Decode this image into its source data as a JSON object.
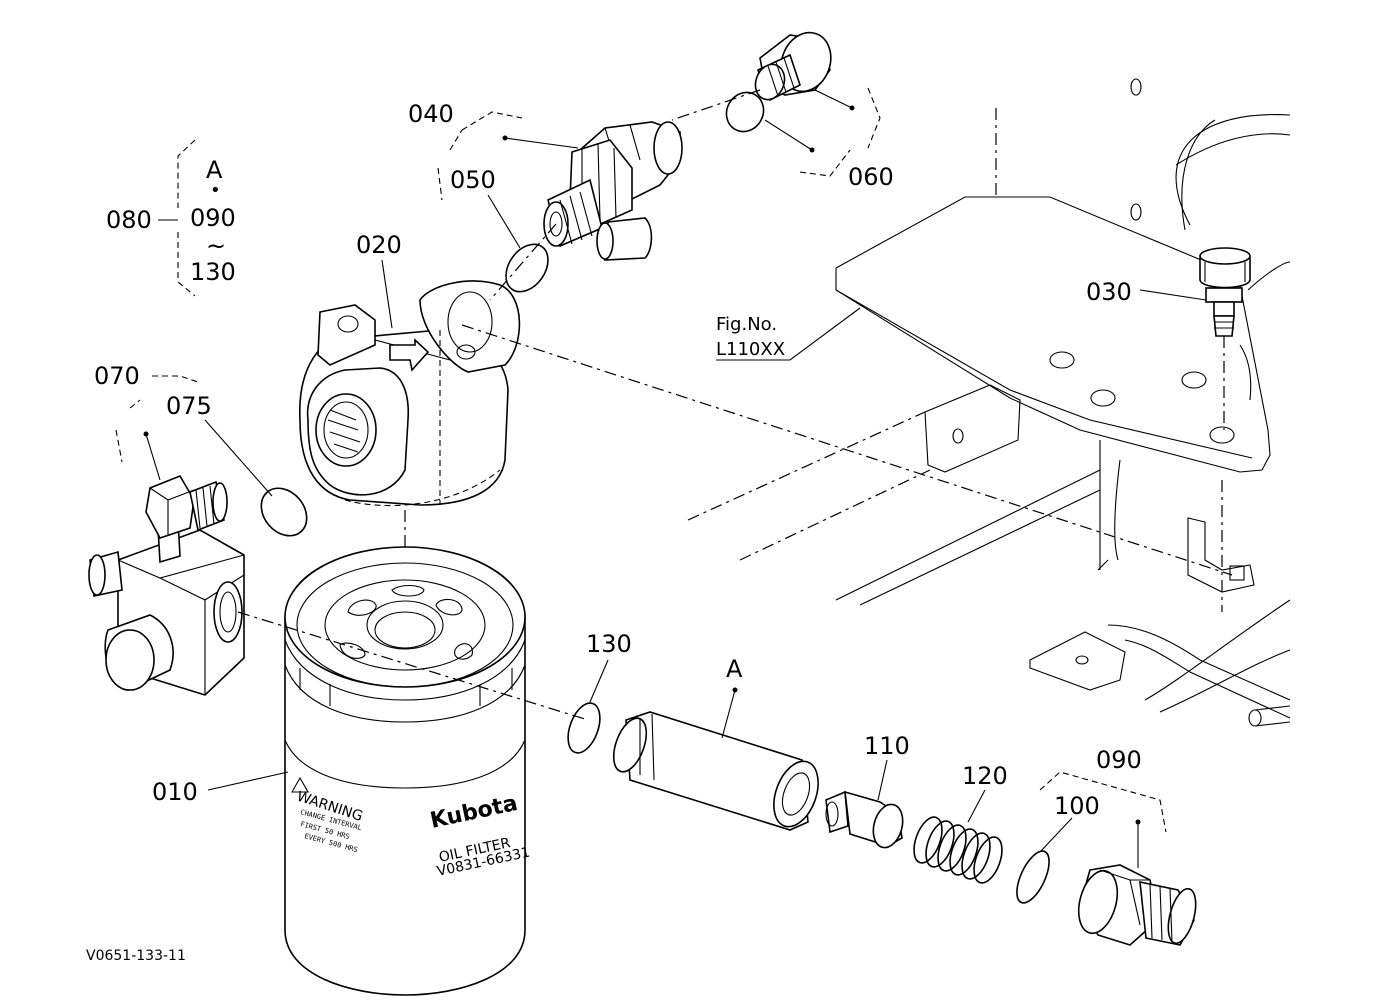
{
  "diagram": {
    "callouts": {
      "c010": "010",
      "c020": "020",
      "c030": "030",
      "c040": "040",
      "c050": "050",
      "c060": "060",
      "c070": "070",
      "c075": "075",
      "c080": "080",
      "c090": "090",
      "c100": "100",
      "c110": "110",
      "c120": "120",
      "c130": "130",
      "cA": "A"
    },
    "group_080": {
      "top": "A",
      "dot": "•",
      "from": "090",
      "tilde": "~",
      "to": "130"
    },
    "fig_ref": {
      "line1": "Fig.No.",
      "line2": "L110XX"
    },
    "filter_label": {
      "brand": "Kubota",
      "warning": "WARNING",
      "oil_filter": "OIL FILTER",
      "part_no": "V0831-66331",
      "interval": "CHANGE INTERVAL",
      "first": "FIRST 50 HRS",
      "every": "EVERY 500 HRS"
    },
    "drawing_code": "V0651-133-11"
  }
}
